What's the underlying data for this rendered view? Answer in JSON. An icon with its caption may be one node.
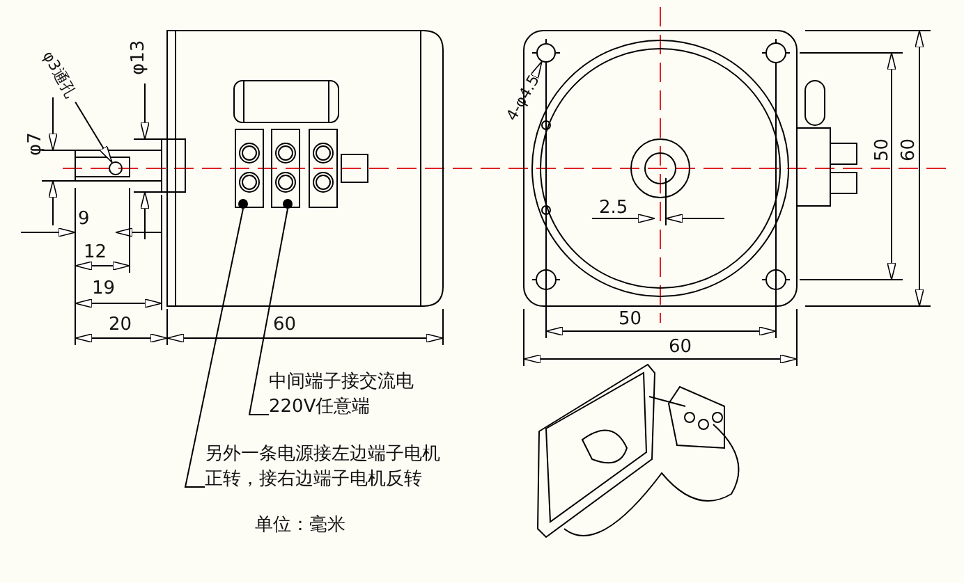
{
  "diagram": {
    "nodes": [
      {
        "text": [
          "φ3通孔"
        ]
      },
      {
        "text": [
          "4-φ4.5"
        ]
      },
      {
        "text": [],
        "shape": "circle"
      },
      {
        "text": [],
        "shape": "circle"
      },
      {
        "text": [
          "中间端子接交流电 220V任意端"
        ]
      },
      {
        "text": [
          "另外一条电源接左边端子电机正转，接右边端子电机反转"
        ]
      },
      {
        "text": [],
        "shape": "circle"
      },
      {
        "text": [],
        "shape": "circle"
      }
    ],
    "edges": [
      {
        "from": 0,
        "to": 2,
        "arrow": "to"
      },
      {
        "from": 1,
        "to": 3,
        "arrow": "to"
      },
      {
        "from": 4,
        "to": 7,
        "arrow": "none"
      },
      {
        "from": 5,
        "to": 6,
        "arrow": "none"
      }
    ],
    "labels": [
      "φ13",
      "φ7",
      "2.5",
      "50",
      "60",
      "9",
      "12",
      "19",
      "50",
      "20",
      "60",
      "60",
      "单位：毫米"
    ]
  }
}
